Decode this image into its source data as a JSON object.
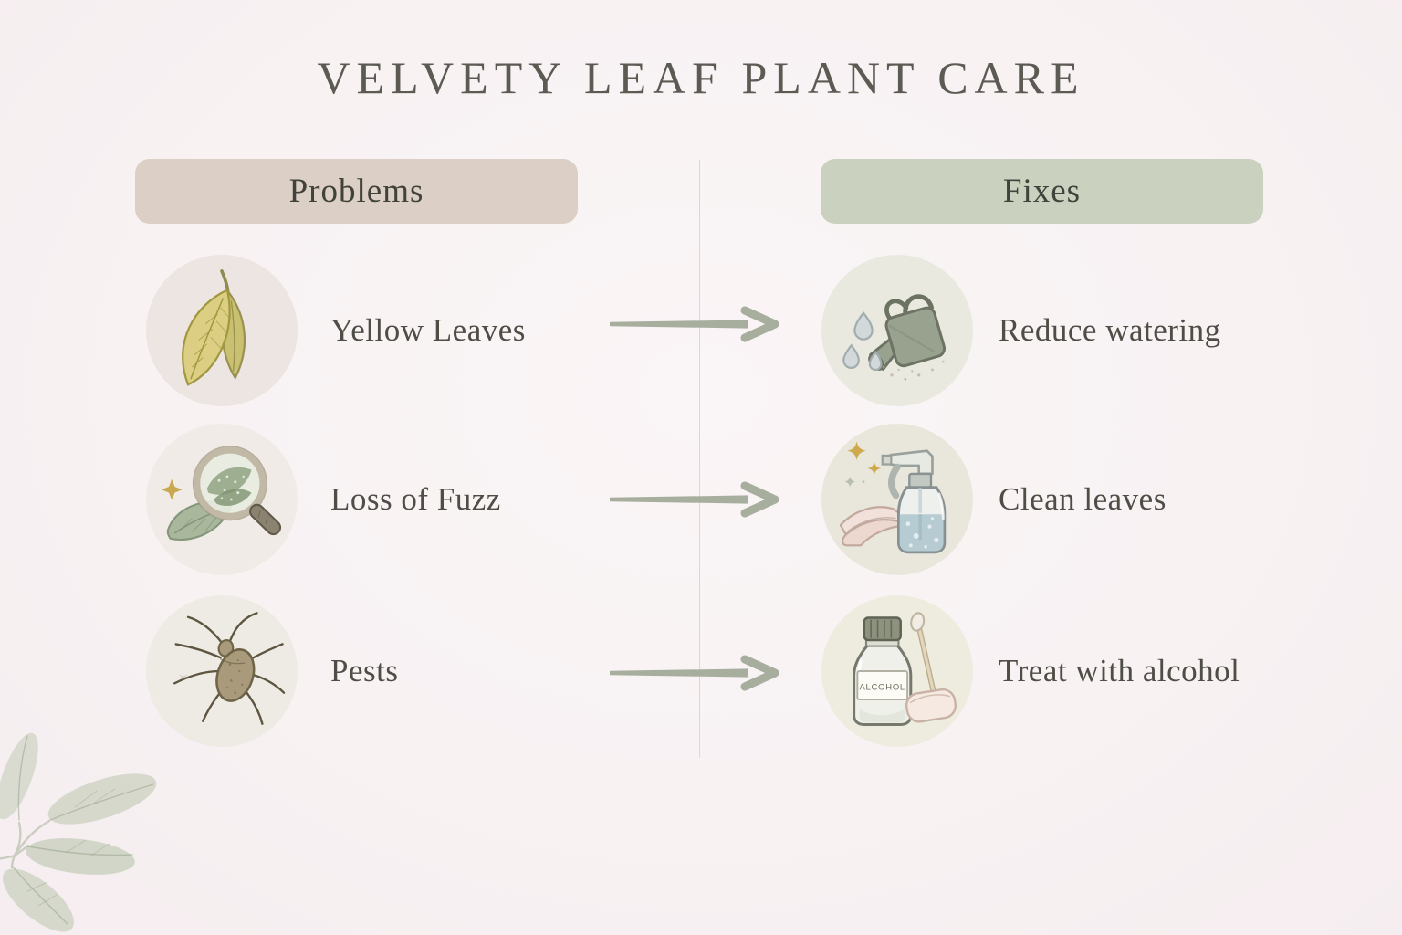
{
  "title": "VELVETY LEAF PLANT CARE",
  "columns": {
    "problems": {
      "label": "Problems"
    },
    "fixes": {
      "label": "Fixes"
    }
  },
  "rows": [
    {
      "problem": {
        "label": "Yellow Leaves",
        "icon": "yellow-leaves-icon"
      },
      "fix": {
        "label": "Reduce watering",
        "icon": "watering-can-icon"
      }
    },
    {
      "problem": {
        "label": "Loss of Fuzz",
        "icon": "magnifier-leaf-icon"
      },
      "fix": {
        "label": "Clean leaves",
        "icon": "spray-bottle-icon"
      }
    },
    {
      "problem": {
        "label": "Pests",
        "icon": "bug-icon"
      },
      "fix": {
        "label": "Treat with alcohol",
        "icon": "alcohol-bottle-icon"
      }
    }
  ],
  "icon_labels": {
    "alcohol_bottle_text": "ALCOHOL"
  },
  "palette": {
    "background": "#f8f2f3",
    "problems_header_bg": "#dccfc5",
    "fixes_header_bg": "#cbd1bf",
    "title_text": "#5b5b53",
    "label_text": "#4e4e46",
    "arrow": "#a7ae9e",
    "divider": "#dcd7d4",
    "decor_leaf": "#b5c1a8",
    "sparkle_gold": "#cfa94e"
  }
}
